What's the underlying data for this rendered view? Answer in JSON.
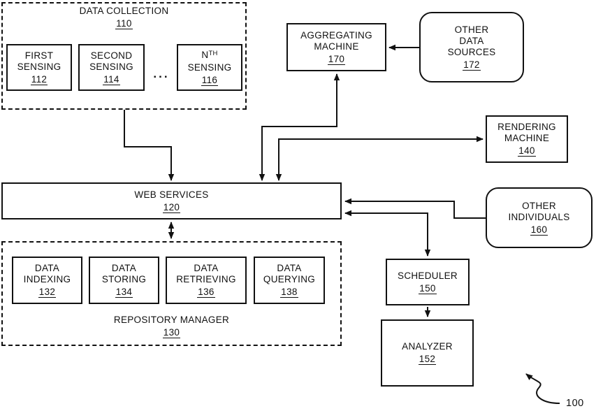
{
  "figure": {
    "ref_label": "100",
    "ellipsis": "..."
  },
  "colors": {
    "line": "#111111",
    "background": "#ffffff",
    "text": "#111111"
  },
  "nodes": {
    "data_collection": {
      "lines": [
        "DATA COLLECTION"
      ],
      "ref": "110"
    },
    "first_sensing": {
      "lines": [
        "FIRST",
        "SENSING"
      ],
      "ref": "112"
    },
    "second_sensing": {
      "lines": [
        "SECOND",
        "SENSING"
      ],
      "ref": "114"
    },
    "nth_sensing": {
      "base": "N",
      "sup": "TH",
      "lines": [
        "SENSING"
      ],
      "ref": "116"
    },
    "aggregating_machine": {
      "lines": [
        "AGGREGATING",
        "MACHINE"
      ],
      "ref": "170"
    },
    "other_data_sources": {
      "lines": [
        "OTHER",
        "DATA",
        "SOURCES"
      ],
      "ref": "172"
    },
    "rendering_machine": {
      "lines": [
        "RENDERING",
        "MACHINE"
      ],
      "ref": "140"
    },
    "web_services": {
      "lines": [
        "WEB SERVICES"
      ],
      "ref": "120"
    },
    "other_individuals": {
      "lines": [
        "OTHER",
        "INDIVIDUALS"
      ],
      "ref": "160"
    },
    "repository_manager": {
      "lines": [
        "REPOSITORY MANAGER"
      ],
      "ref": "130"
    },
    "data_indexing": {
      "lines": [
        "DATA",
        "INDEXING"
      ],
      "ref": "132"
    },
    "data_storing": {
      "lines": [
        "DATA",
        "STORING"
      ],
      "ref": "134"
    },
    "data_retrieving": {
      "lines": [
        "DATA",
        "RETRIEVING"
      ],
      "ref": "136"
    },
    "data_querying": {
      "lines": [
        "DATA",
        "QUERYING"
      ],
      "ref": "138"
    },
    "scheduler": {
      "lines": [
        "SCHEDULER"
      ],
      "ref": "150"
    },
    "analyzer": {
      "lines": [
        "ANALYZER"
      ],
      "ref": "152"
    }
  }
}
